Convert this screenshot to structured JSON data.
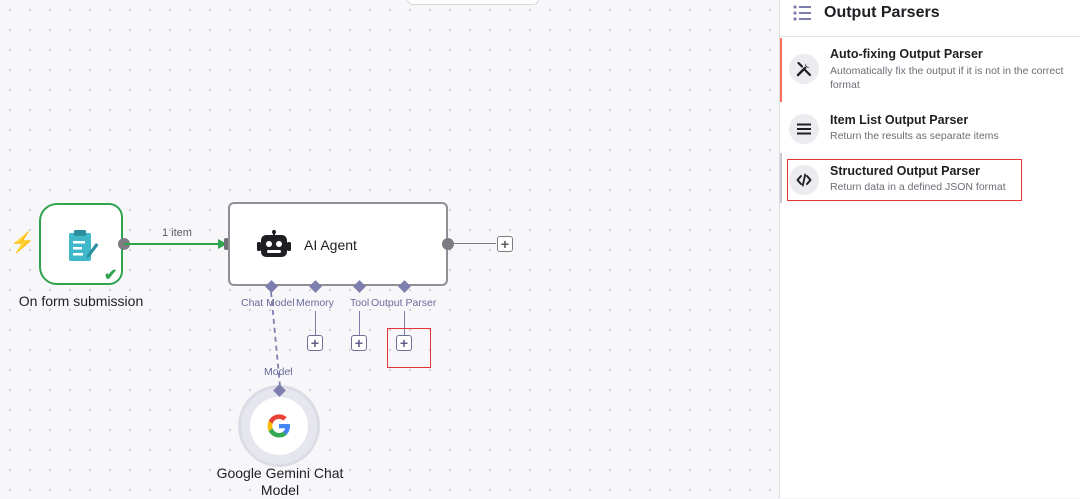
{
  "canvas": {
    "trigger_node": {
      "label": "On form submission"
    },
    "edge_label": "1 item",
    "agent_node": {
      "title": "AI Agent",
      "sub_inputs": [
        "Chat Model",
        "Memory",
        "Tool",
        "Output Parser"
      ]
    },
    "model_connector_label": "Model",
    "gemini_node": {
      "label_line1": "Google Gemini Chat",
      "label_line2": "Model"
    }
  },
  "panel": {
    "title": "Output Parsers",
    "items": [
      {
        "name": "Auto-fixing Output Parser",
        "desc": "Automatically fix the output if it is not in the correct format",
        "icon": "tools-icon"
      },
      {
        "name": "Item List Output Parser",
        "desc": "Return the results as separate items",
        "icon": "list-icon"
      },
      {
        "name": "Structured Output Parser",
        "desc": "Return data in a defined JSON format",
        "icon": "code-icon"
      }
    ]
  },
  "colors": {
    "success": "#2ea44f",
    "accent": "#ff6d5a",
    "sub_node": "#7e7eae",
    "highlight": "#e13434"
  }
}
